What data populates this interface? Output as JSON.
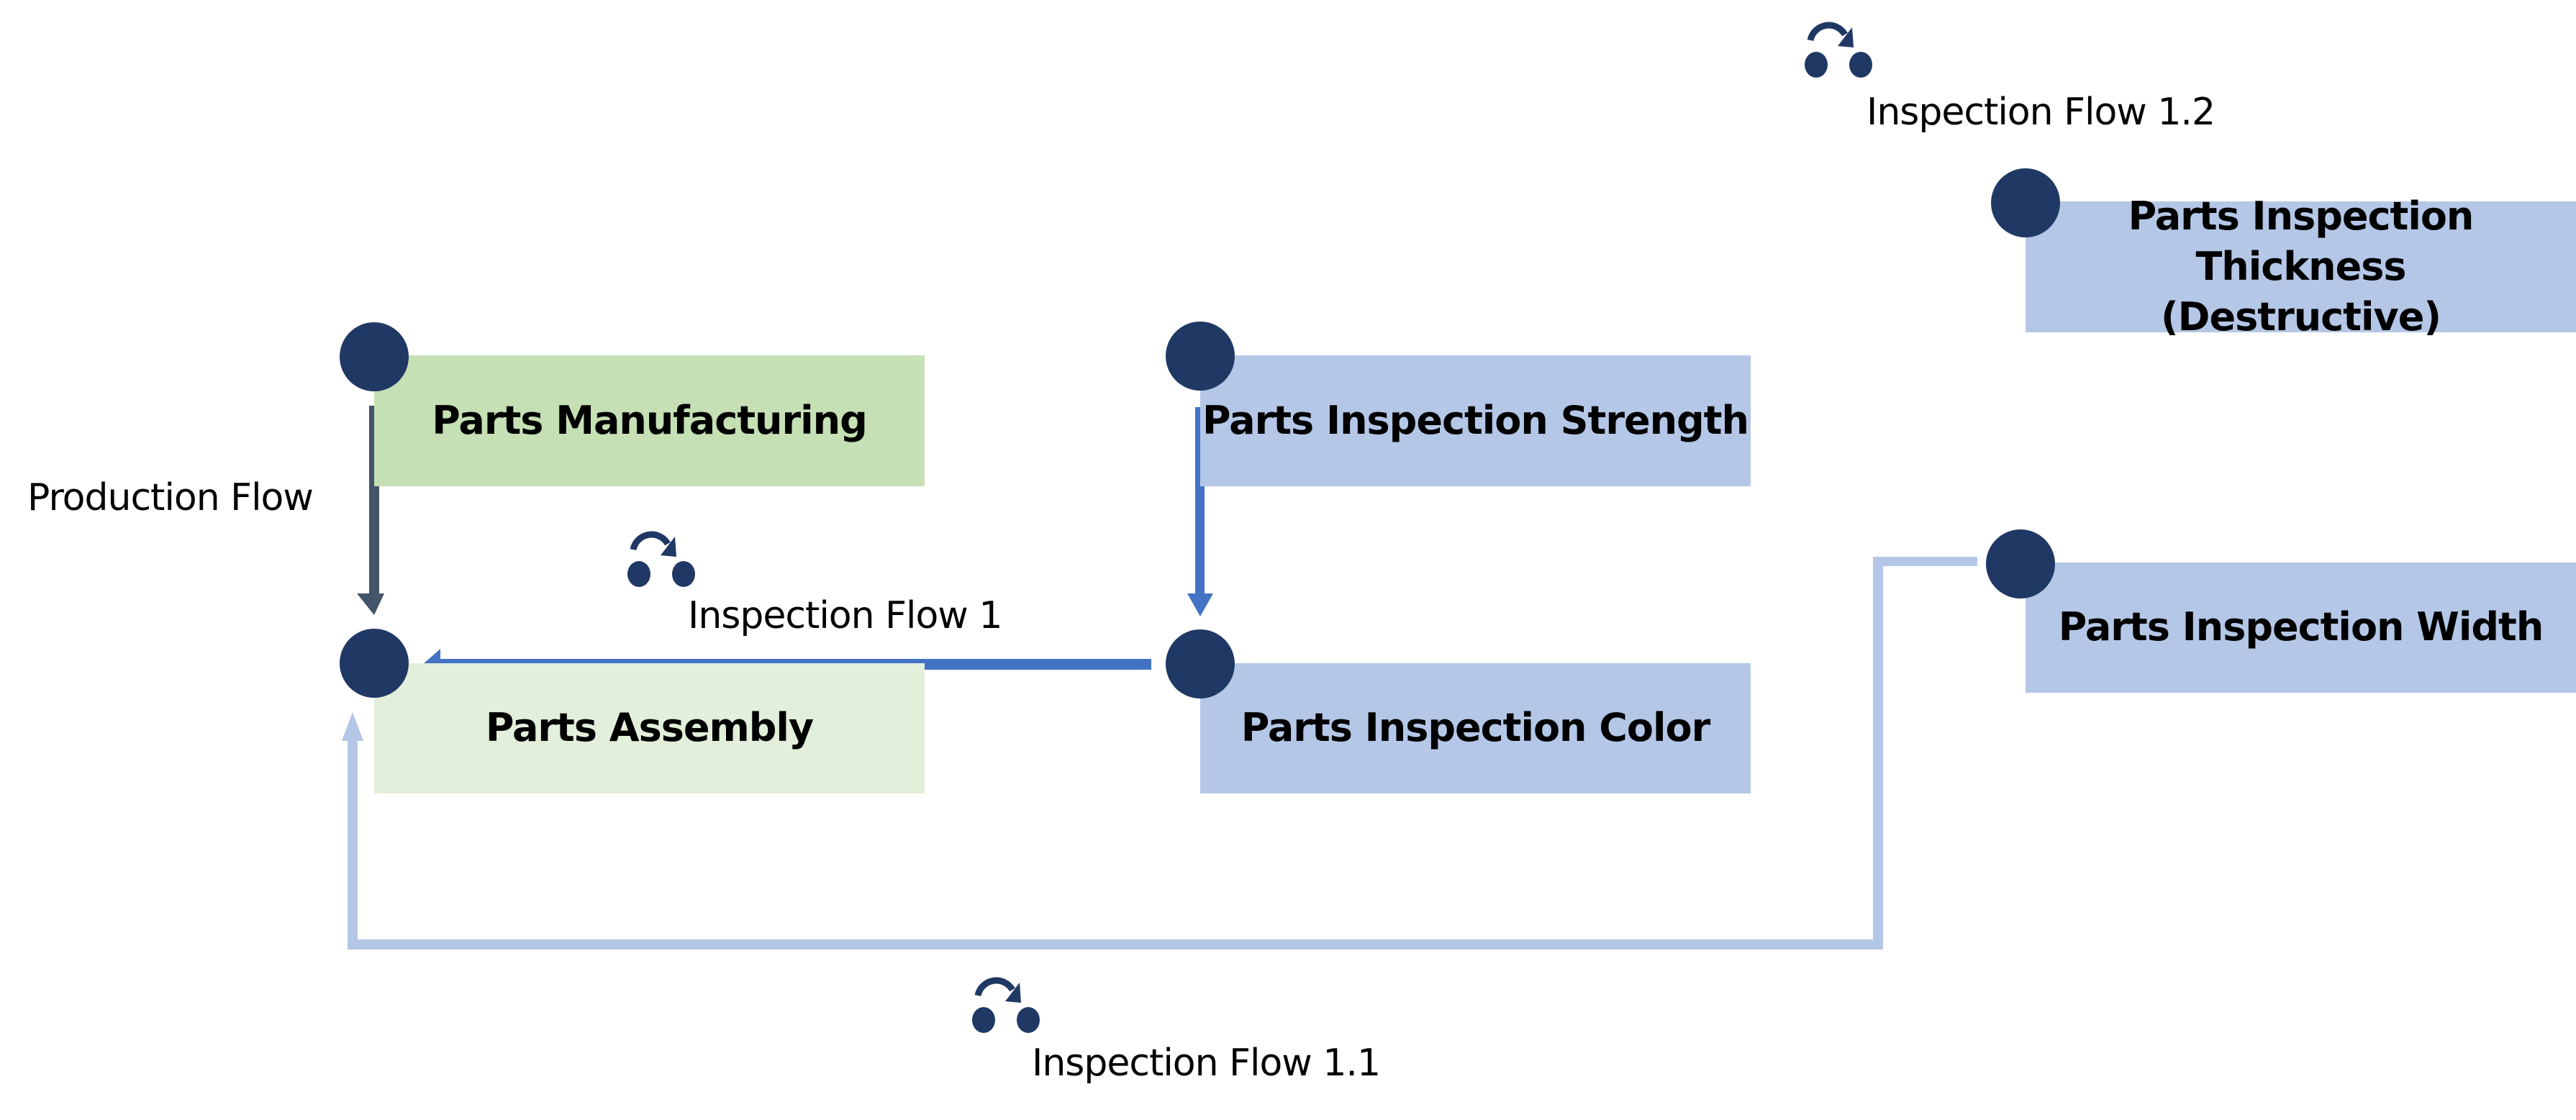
{
  "diagram": {
    "nodes": {
      "parts_manufacturing": "Parts Manufacturing",
      "parts_assembly": "Parts Assembly",
      "parts_inspection_strength": "Parts Inspection Strength",
      "parts_inspection_color": "Parts Inspection Color",
      "parts_inspection_thickness": "Parts Inspection Thickness (Destructive)",
      "parts_inspection_width": "Parts Inspection Width"
    },
    "flows": {
      "production_flow": "Production Flow",
      "inspection_flow_1": "Inspection Flow 1",
      "inspection_flow_1_1": "Inspection Flow 1.1",
      "inspection_flow_1_2": "Inspection Flow 1.2"
    },
    "icons": {
      "flow_icon": "redo-skip-icon",
      "node_marker": "circle-marker"
    },
    "colors": {
      "node_marker": "#203864",
      "manufacturing_fill": "#c5e0b4",
      "assembly_fill": "#e2efda",
      "inspection_fill": "#b4c7e7",
      "production_arrow": "#44546a",
      "inspection_flow_1_arrow": "#4472c4",
      "inspection_flow_1_1_line": "#b4c7e7"
    }
  }
}
